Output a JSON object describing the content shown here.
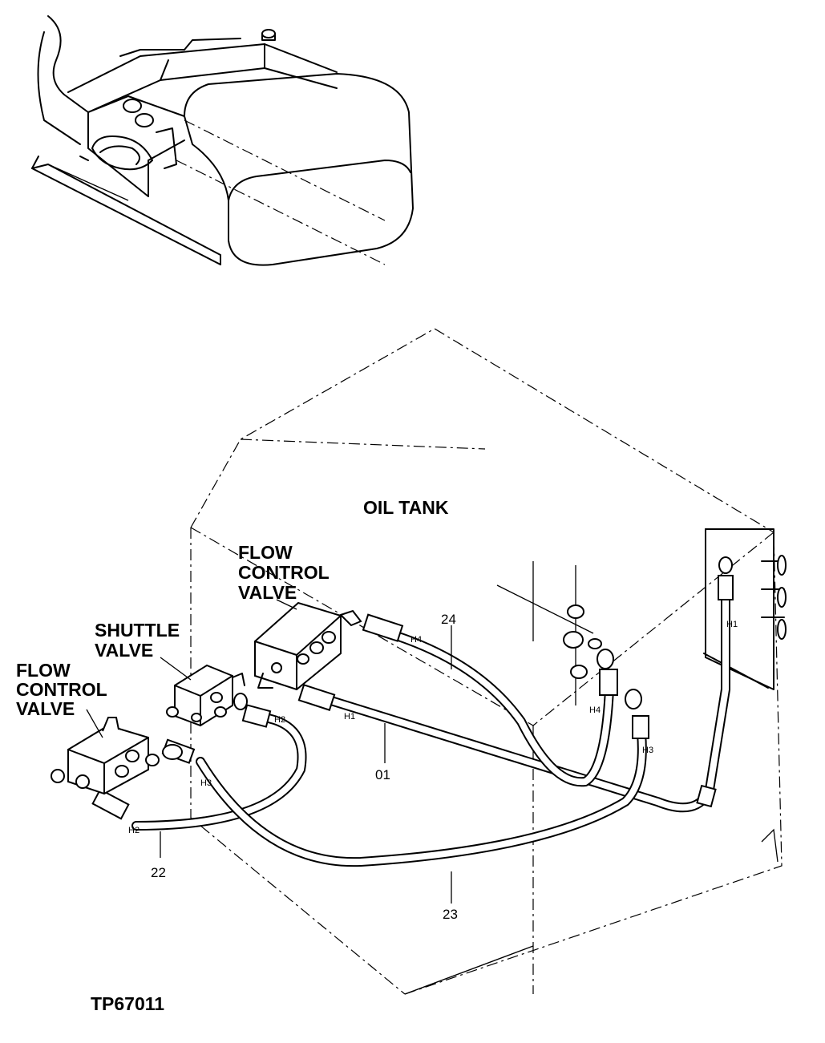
{
  "labels": {
    "oil_tank": "OIL TANK",
    "flow_control_valve_upper": [
      "FLOW",
      "CONTROL",
      "VALVE"
    ],
    "shuttle_valve": [
      "SHUTTLE",
      "VALVE"
    ],
    "flow_control_valve_lower": [
      "FLOW",
      "CONTROL",
      "VALVE"
    ],
    "drawing_id": "TP67011"
  },
  "hose_tags": {
    "h1_right": "H1",
    "h4_top": "H4",
    "h1_middle": "H1",
    "h2_upper": "H2",
    "h4_right": "H4",
    "h3_right": "H3",
    "h3_left": "H3",
    "h2_lower": "H2"
  },
  "callouts": {
    "item_24": "24",
    "item_01": "01",
    "item_22": "22",
    "item_23": "23"
  }
}
